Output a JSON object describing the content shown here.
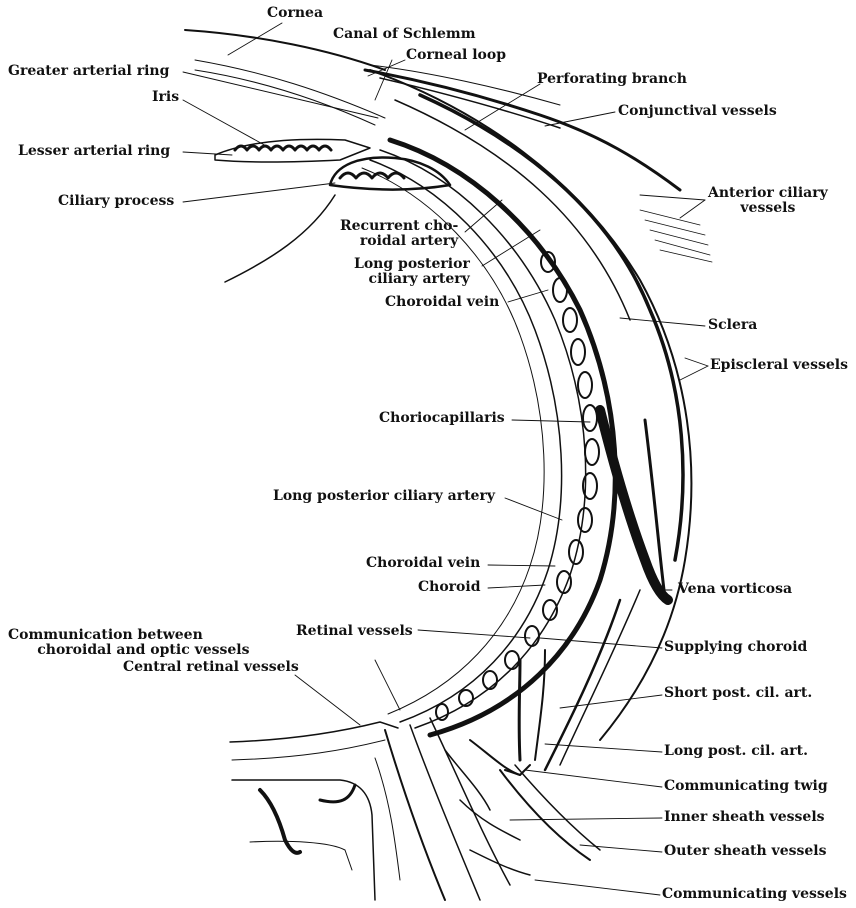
{
  "labels": {
    "cornea": "Cornea",
    "canal_of_schlemm": "Canal of Schlemm",
    "corneal_loop": "Corneal loop",
    "greater_arterial_ring": "Greater arterial ring",
    "perforating_branch": "Perforating branch",
    "iris": "Iris",
    "conjunctival_vessels": "Conjunctival vessels",
    "lesser_arterial_ring": "Lesser arterial ring",
    "anterior_ciliary_vessels": "Anterior ciliary\nvessels",
    "ciliary_process": "Ciliary process",
    "recurrent_choroidal_artery": "Recurrent cho-\nroidal artery",
    "long_posterior_ciliary_artery_upper": "Long posterior\nciliary artery",
    "choroidal_vein_upper": "Choroidal vein",
    "sclera": "Sclera",
    "episcleral_vessels": "Episcleral vessels",
    "choriocapillaris": "Choriocapillaris",
    "long_posterior_ciliary_artery_lower": "Long posterior ciliary artery",
    "choroidal_vein_lower": "Choroidal vein",
    "vena_vorticosa": "Vena vorticosa",
    "choroid": "Choroid",
    "communication_between": "Communication between\n      choroidal and optic vessels",
    "retinal_vessels": "Retinal vessels",
    "supplying_choroid": "Supplying choroid",
    "central_retinal_vessels": "Central retinal vessels",
    "short_post_cil_art": "Short post. cil. art.",
    "long_post_cil_art": "Long post. cil. art.",
    "communicating_twig": "Communicating twig",
    "inner_sheath_vessels": "Inner sheath vessels",
    "outer_sheath_vessels": "Outer sheath vessels",
    "communicating_vessels": "Communicating vessels"
  },
  "colors": {
    "ink": "#111111",
    "background": "#ffffff"
  }
}
